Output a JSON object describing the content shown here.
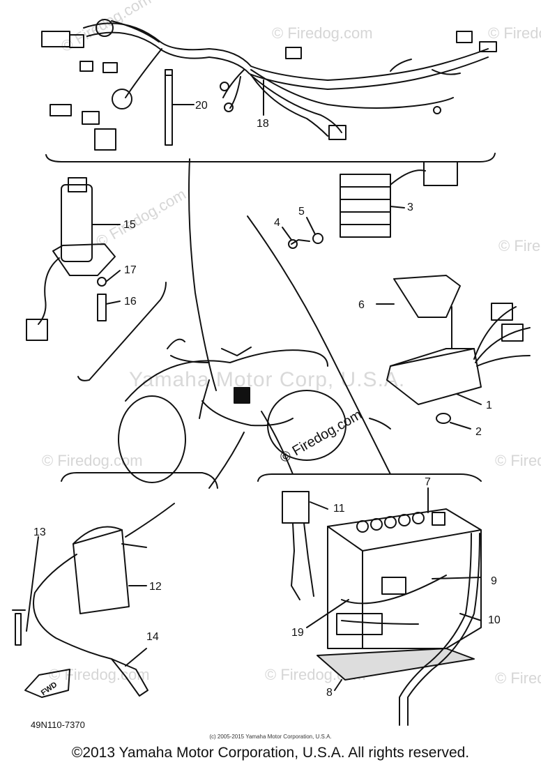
{
  "diagram": {
    "part_labels": {
      "p1": "1",
      "p2": "2",
      "p3": "3",
      "p4": "4",
      "p5": "5",
      "p6": "6",
      "p7": "7",
      "p8": "8",
      "p9": "9",
      "p10": "10",
      "p11": "11",
      "p12": "12",
      "p13": "13",
      "p14": "14",
      "p15": "15",
      "p16": "16",
      "p17": "17",
      "p18": "18",
      "p19": "19",
      "p20": "20"
    },
    "drawing_code": "49N110-7370",
    "fwd_label": "FWD",
    "small_copyright": "(c) 2005-2015 Yamaha Motor Corporation, U.S.A.",
    "center_watermark": "Yamaha Motor Corp, U.S.A.",
    "site_watermark": "© Firedog.com"
  },
  "footer": {
    "copyright": "©2013 Yamaha Motor Corporation, U.S.A. All rights reserved."
  }
}
